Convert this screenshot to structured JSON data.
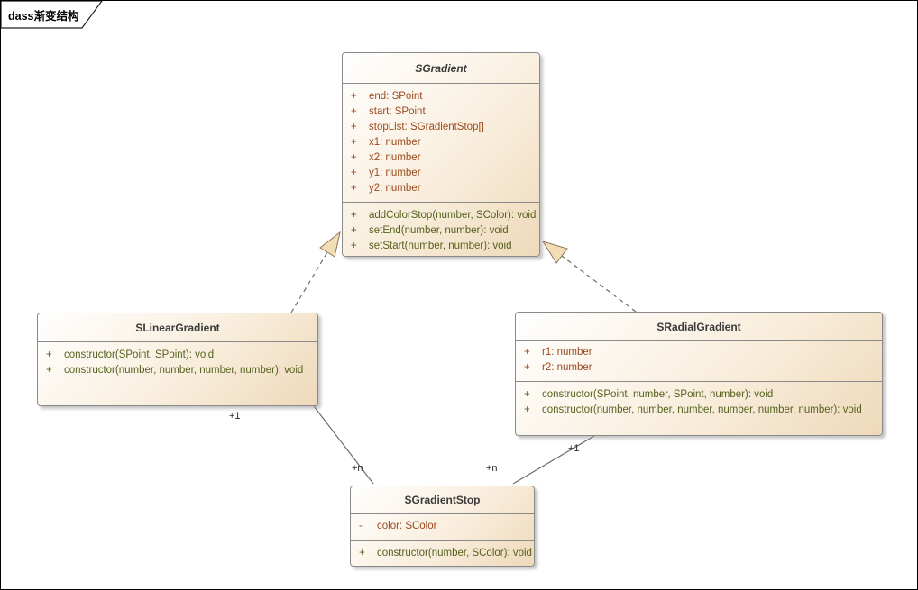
{
  "frame": {
    "label": "dass渐变结构"
  },
  "colors": {
    "box_border": "#8a8a8a",
    "box_fill_start": "#ffffff",
    "box_fill_end": "#eed9ba",
    "attribute_text": "#9c4a1e",
    "method_text": "#55611e",
    "title_text": "#3b3b3b",
    "connector_line": "#6b6b6b",
    "arrowhead_fill": "#f2ddb6",
    "arrowhead_stroke": "#8d7657"
  },
  "classes": [
    {
      "name": "SGradient",
      "abstract": true,
      "attributes": [
        {
          "visibility": "+",
          "text": "end: SPoint"
        },
        {
          "visibility": "+",
          "text": "start: SPoint"
        },
        {
          "visibility": "+",
          "text": "stopList: SGradientStop[]"
        },
        {
          "visibility": "+",
          "text": "x1: number"
        },
        {
          "visibility": "+",
          "text": "x2: number"
        },
        {
          "visibility": "+",
          "text": "y1: number"
        },
        {
          "visibility": "+",
          "text": "y2: number"
        }
      ],
      "methods": [
        {
          "visibility": "+",
          "text": "addColorStop(number, SColor): void"
        },
        {
          "visibility": "+",
          "text": "setEnd(number, number): void"
        },
        {
          "visibility": "+",
          "text": "setStart(number, number): void"
        }
      ]
    },
    {
      "name": "SLinearGradient",
      "abstract": false,
      "attributes": [],
      "methods": [
        {
          "visibility": "+",
          "text": "constructor(SPoint, SPoint): void"
        },
        {
          "visibility": "+",
          "text": "constructor(number, number, number, number): void"
        }
      ]
    },
    {
      "name": "SRadialGradient",
      "abstract": false,
      "attributes": [
        {
          "visibility": "+",
          "text": "r1: number"
        },
        {
          "visibility": "+",
          "text": "r2: number"
        }
      ],
      "methods": [
        {
          "visibility": "+",
          "text": "constructor(SPoint, number, SPoint, number): void"
        },
        {
          "visibility": "+",
          "text": "constructor(number, number, number, number, number, number): void"
        }
      ]
    },
    {
      "name": "SGradientStop",
      "abstract": false,
      "attributes": [
        {
          "visibility": "-",
          "text": "color: SColor"
        }
      ],
      "methods": [
        {
          "visibility": "+",
          "text": "constructor(number, SColor): void"
        }
      ]
    }
  ],
  "relations": [
    {
      "type": "realization",
      "from": "SLinearGradient",
      "to": "SGradient"
    },
    {
      "type": "realization",
      "from": "SRadialGradient",
      "to": "SGradient"
    },
    {
      "type": "association",
      "from": "SLinearGradient",
      "to": "SGradientStop",
      "from_multiplicity": "+1",
      "to_multiplicity": "+n"
    },
    {
      "type": "association",
      "from": "SRadialGradient",
      "to": "SGradientStop",
      "from_multiplicity": "+1",
      "to_multiplicity": "+n"
    }
  ]
}
